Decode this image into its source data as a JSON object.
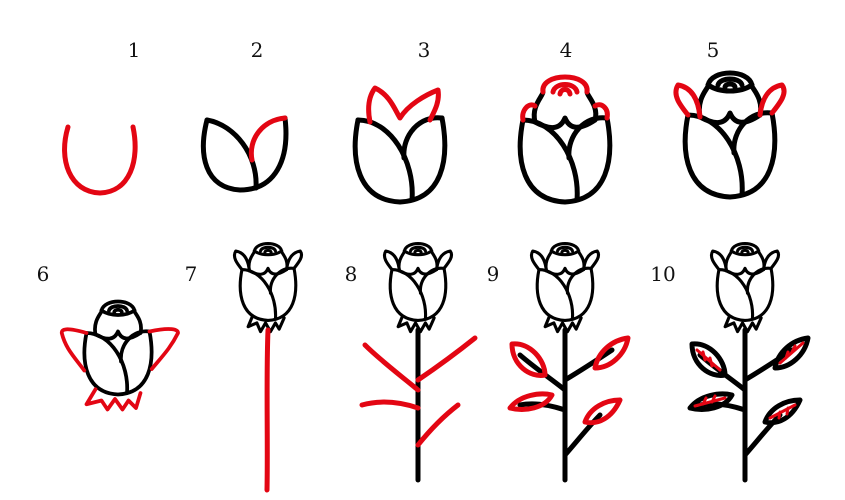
{
  "title": "",
  "steps": [
    {
      "label": "1"
    },
    {
      "label": "2"
    },
    {
      "label": "3"
    },
    {
      "label": "4"
    },
    {
      "label": "5"
    },
    {
      "label": "6"
    },
    {
      "label": "7"
    },
    {
      "label": "8"
    },
    {
      "label": "9"
    },
    {
      "label": "10"
    }
  ],
  "colors": {
    "outline": "#000000",
    "new_stroke": "#e30613",
    "background": "#ffffff"
  }
}
